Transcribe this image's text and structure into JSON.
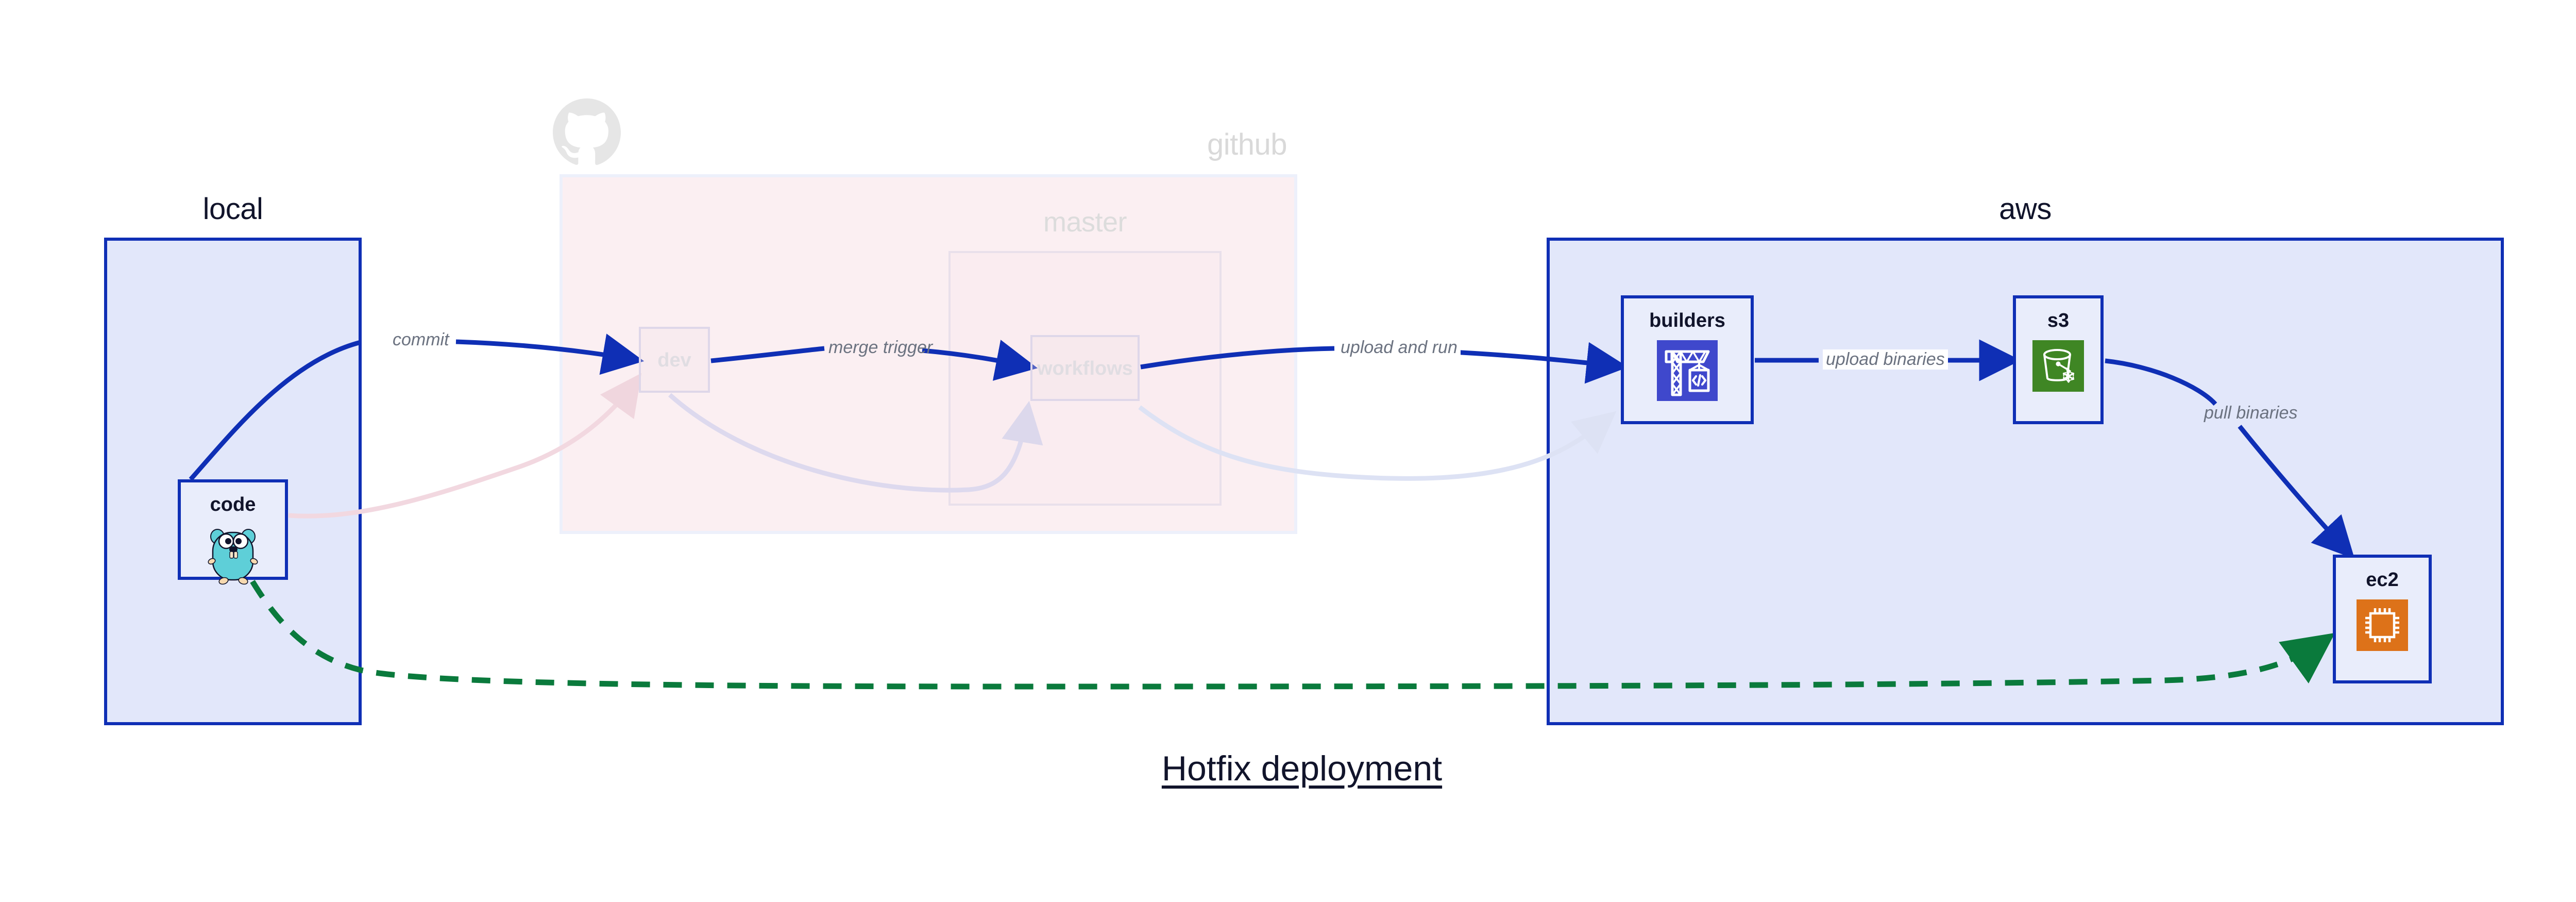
{
  "diagram": {
    "title": "Hotfix deployment",
    "background_color": "#ffffff"
  },
  "clusters": [
    {
      "id": "local",
      "label": "local",
      "fill": "#e2e7fa",
      "stroke": "#0f2fb5",
      "dimmed": false
    },
    {
      "id": "github",
      "label": "github",
      "fill": "#f8e3e9",
      "stroke": "#e0e4f8",
      "dimmed": true,
      "icon": "github-octocat-icon"
    },
    {
      "id": "master",
      "label": "master",
      "fill": "#f8e3e9",
      "stroke": "#d9d2e6",
      "dimmed": true
    },
    {
      "id": "aws",
      "label": "aws",
      "fill": "#e2e7fa",
      "stroke": "#0f2fb5",
      "dimmed": false
    }
  ],
  "nodes": [
    {
      "id": "code",
      "label": "code",
      "cluster": "local",
      "icon": "go-gopher-icon",
      "icon_color": "#5ecfd8",
      "dimmed": false
    },
    {
      "id": "dev",
      "label": "dev",
      "cluster": "github",
      "icon": "none",
      "dimmed": true
    },
    {
      "id": "workflows",
      "label": "workflows",
      "cluster": "master",
      "icon": "none",
      "dimmed": true
    },
    {
      "id": "builders",
      "label": "builders",
      "cluster": "aws",
      "icon": "aws-codebuild-crane-icon",
      "icon_color": "#3f48cc",
      "dimmed": false
    },
    {
      "id": "s3",
      "label": "s3",
      "cluster": "aws",
      "icon": "aws-s3-glacier-bucket-icon",
      "icon_color": "#3f8624",
      "dimmed": false
    },
    {
      "id": "ec2",
      "label": "ec2",
      "cluster": "aws",
      "icon": "aws-ec2-chip-icon",
      "icon_color": "#dd7219",
      "dimmed": false
    }
  ],
  "edges": [
    {
      "id": "commit",
      "label": "commit",
      "from": "code",
      "to": "dev",
      "color": "#0f2fb5",
      "style": "solid",
      "dimmed": false
    },
    {
      "id": "merge-trigger",
      "label": "merge trigger",
      "from": "dev",
      "to": "workflows",
      "color": "#0f2fb5",
      "style": "solid",
      "dimmed": false
    },
    {
      "id": "upload-and-run",
      "label": "upload and run",
      "from": "workflows",
      "to": "builders",
      "color": "#0f2fb5",
      "style": "solid",
      "dimmed": false
    },
    {
      "id": "upload-binaries",
      "label": "upload binaries",
      "from": "builders",
      "to": "s3",
      "color": "#0f2fb5",
      "style": "solid",
      "dimmed": false
    },
    {
      "id": "pull-binaries",
      "label": "pull binaries",
      "from": "s3",
      "to": "ec2",
      "color": "#0f2fb5",
      "style": "solid",
      "dimmed": false
    },
    {
      "id": "hotfix-direct",
      "label": "",
      "from": "code",
      "to": "ec2",
      "color": "#0a7a3c",
      "style": "dashed",
      "dimmed": false
    },
    {
      "id": "faded-code-dev",
      "label": "",
      "from": "code",
      "to": "dev",
      "color": "#f2d8e0",
      "style": "solid",
      "dimmed": true
    },
    {
      "id": "faded-dev-workflows",
      "label": "",
      "from": "dev",
      "to": "workflows",
      "color": "#ddd9ee",
      "style": "solid",
      "dimmed": true
    },
    {
      "id": "faded-workflows-builders",
      "label": "",
      "from": "workflows",
      "to": "builders",
      "color": "#dde2f4",
      "style": "solid",
      "dimmed": true
    }
  ],
  "colors": {
    "primary_blue": "#0f2fb5",
    "cluster_blue_fill": "#e2e7fa",
    "cluster_pink_fill": "#f8e3e9",
    "node_fill": "#e9edfb",
    "green_dashed": "#0a7a3c",
    "label_gray": "#6b7280",
    "text_dark": "#11142b",
    "dim_gray": "#d9d9d9"
  }
}
